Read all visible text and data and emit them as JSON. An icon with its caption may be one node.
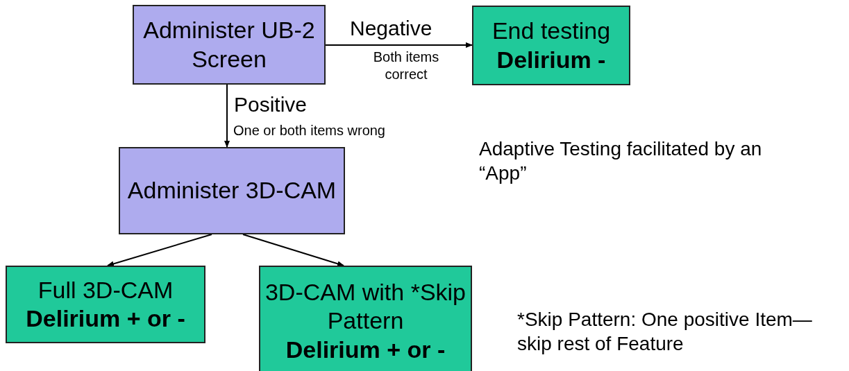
{
  "diagram": {
    "nodes": [
      {
        "text": [
          "Administer UB-2 Screen"
        ]
      },
      {
        "text": [
          "End testing",
          "Delirium -"
        ]
      },
      {
        "text": [
          "Administer 3D-CAM"
        ]
      },
      {
        "text": [
          "Full 3D-CAM",
          "Delirium + or -"
        ]
      },
      {
        "text": [
          "3D-CAM with *Skip Pattern",
          "Delirium + or -"
        ]
      }
    ],
    "edges": [
      {
        "from": 0,
        "to": 1,
        "arrow": "to",
        "label": "Negative"
      },
      {
        "from": 0,
        "to": 2,
        "arrow": "to",
        "label": "Positive"
      },
      {
        "from": 2,
        "to": 3,
        "arrow": "to"
      },
      {
        "from": 2,
        "to": 4,
        "arrow": "to"
      }
    ],
    "labels": [
      "Both items correct",
      "One or both items wrong",
      "Adaptive Testing facilitated by an “App”",
      "*Skip Pattern: One positive Item—skip rest of Feature"
    ]
  }
}
